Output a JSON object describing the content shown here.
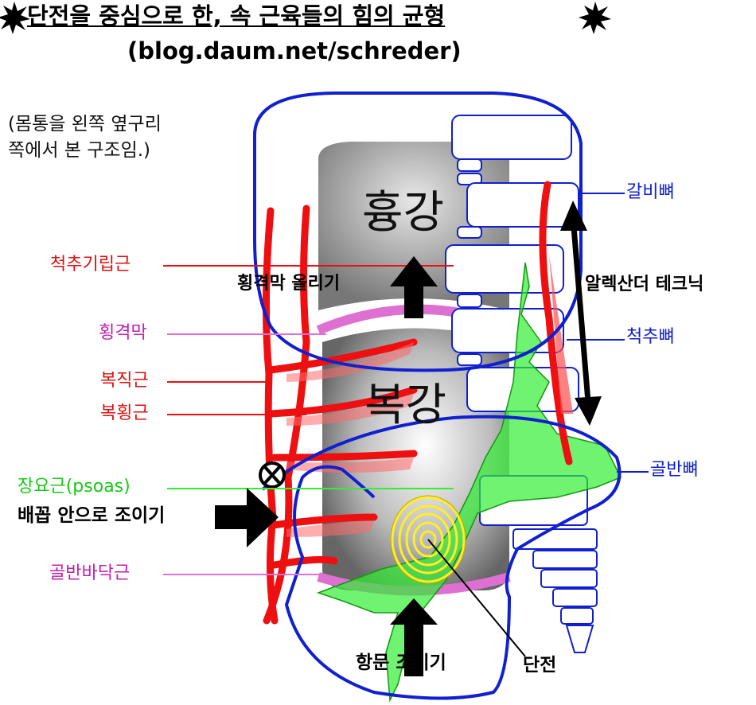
{
  "title": "단전을 중심으로 한, 속 근육들의 힘의 균형",
  "subtitle": "(blog.daum.net/schreder)",
  "note": {
    "line1": "(몸통을 왼쪽 옆구리",
    "line2": "쪽에서 본 구조임.)"
  },
  "regions": {
    "chest": "흉강",
    "abdomen": "복강"
  },
  "labels_left": {
    "erector": "척추기립근",
    "diaphragm": "횡격막",
    "rectus": "복직근",
    "transversus": "복횡근",
    "psoas": "장요근(psoas)",
    "pelvic_floor": "골반바닥근"
  },
  "labels_right": {
    "ribs": "갈비뼈",
    "vertebra": "척추뼈",
    "pelvis": "골반뼈"
  },
  "actions": {
    "lift_diaphragm": "횡격막 올리기",
    "navel_in": "배꼽 안으로 조이기",
    "anus": "항문 조이기",
    "danjeon": "단전",
    "alexander": "알렉산더 테크닉"
  },
  "colors": {
    "muscle_red": "#ee1010",
    "membrane_pink": "#dd70d0",
    "bone_blue": "#1020d0",
    "psoas_green": "#33ee33",
    "danjeon_yellow": "#ffee22"
  }
}
